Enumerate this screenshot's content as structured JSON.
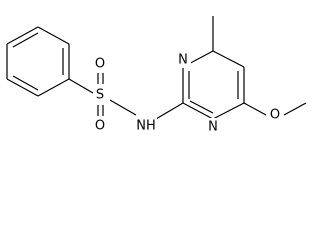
{
  "atom_labels": {
    "sulfur": "S",
    "oxygen_top": "O",
    "oxygen_bottom": "O",
    "amine": "NH",
    "ring_nitrogen_top": "N",
    "ring_nitrogen_bottom": "N",
    "methoxy_oxygen": "O"
  },
  "colors": {
    "bond": "#000000",
    "label": "#000000",
    "background": "#ffffff"
  }
}
